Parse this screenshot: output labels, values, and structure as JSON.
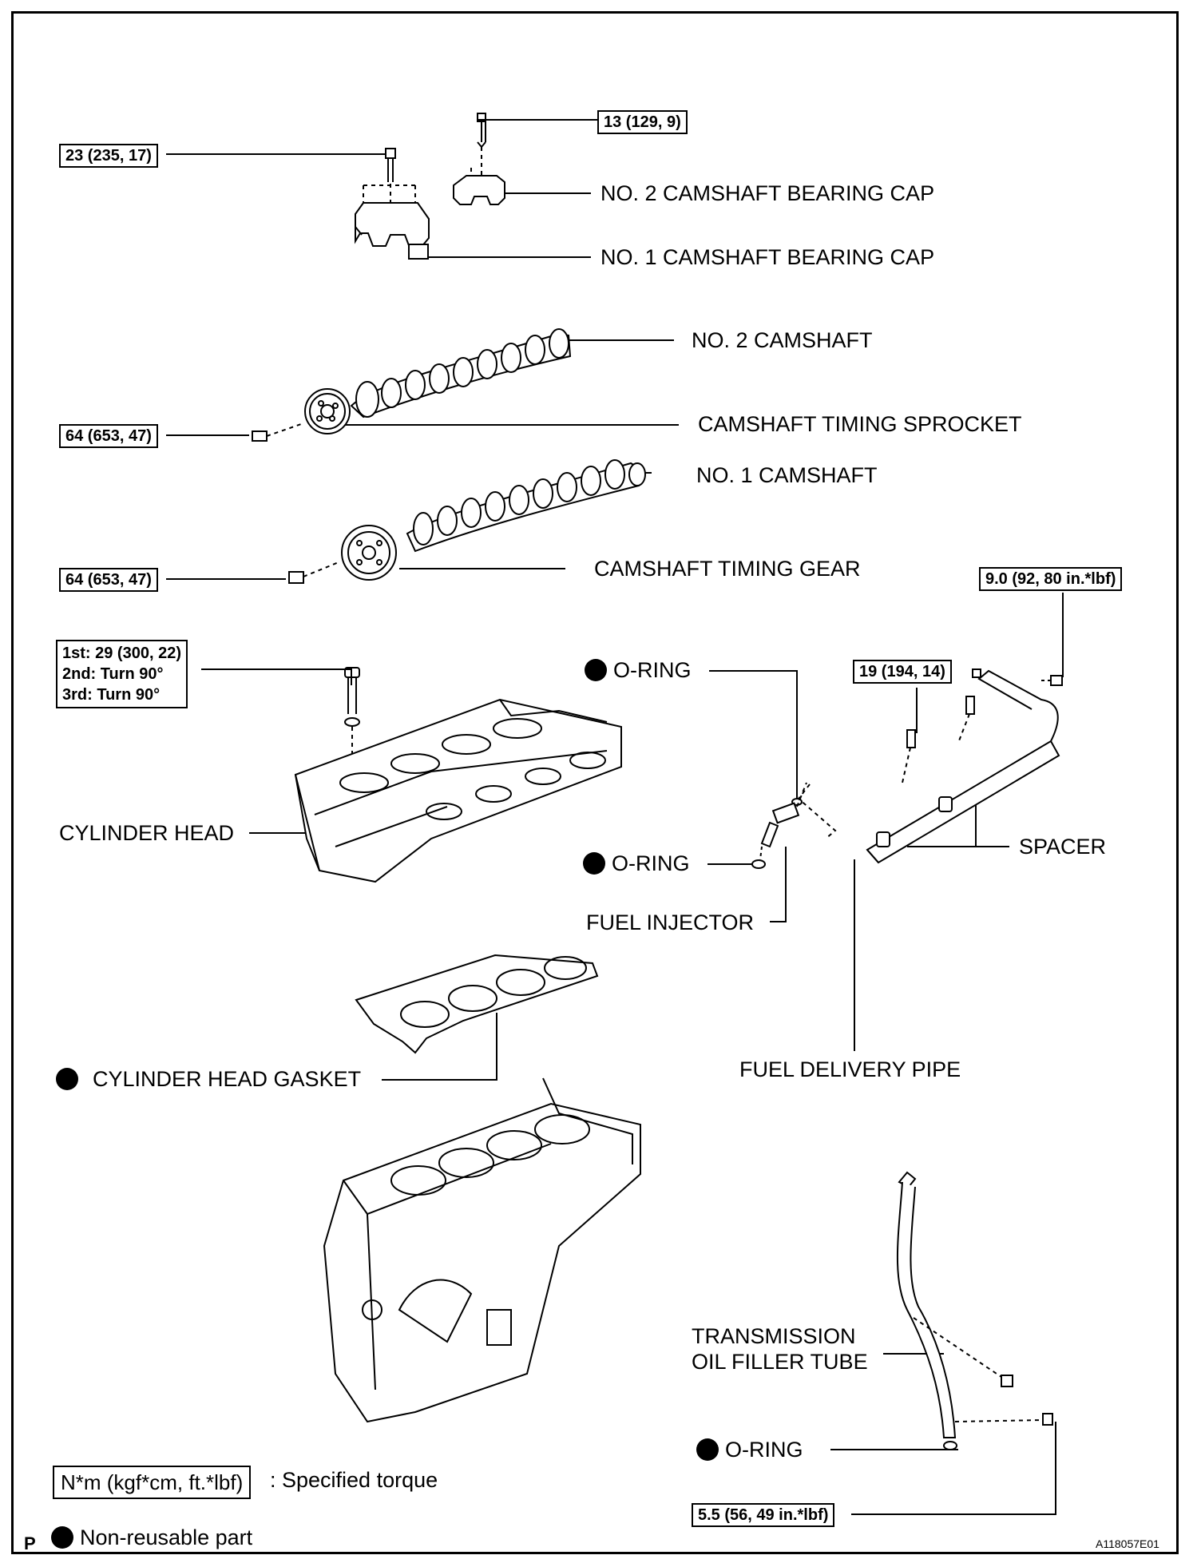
{
  "torques": {
    "bearing_cap_2": "13 (129, 9)",
    "bearing_cap_1": "23 (235, 17)",
    "sprocket_bolt": "64 (653, 47)",
    "gear_bolt": "64 (653, 47)",
    "head_bolt": [
      "1st: 29 (300, 22)",
      "2nd: Turn 90°",
      "3rd: Turn 90°"
    ],
    "delivery_pipe_bolt": "19 (194, 14)",
    "fuel_line_bolt": "9.0 (92, 80 in.*lbf)",
    "filler_tube_bolt": "5.5 (56, 49 in.*lbf)"
  },
  "labels": {
    "no2_bearing_cap": "NO. 2 CAMSHAFT BEARING CAP",
    "no1_bearing_cap": "NO. 1 CAMSHAFT BEARING CAP",
    "no2_camshaft": "NO. 2 CAMSHAFT",
    "timing_sprocket": "CAMSHAFT TIMING SPROCKET",
    "no1_camshaft": "NO. 1 CAMSHAFT",
    "timing_gear": "CAMSHAFT TIMING GEAR",
    "oring_upper": "O-RING",
    "oring_lower": "O-RING",
    "cylinder_head": "CYLINDER HEAD",
    "spacer": "SPACER",
    "fuel_injector": "FUEL INJECTOR",
    "head_gasket": "CYLINDER HEAD GASKET",
    "delivery_pipe": "FUEL DELIVERY PIPE",
    "filler_tube_1": "TRANSMISSION",
    "filler_tube_2": "OIL FILLER TUBE",
    "oring_filler": "O-RING"
  },
  "legend": {
    "torque_unit": "N*m (kgf*cm, ft.*lbf)",
    "torque_desc": ": Specified torque",
    "nonreusable": "Non-reusable part"
  },
  "footer": {
    "page_mark": "P",
    "figure_id": "A118057E01"
  }
}
